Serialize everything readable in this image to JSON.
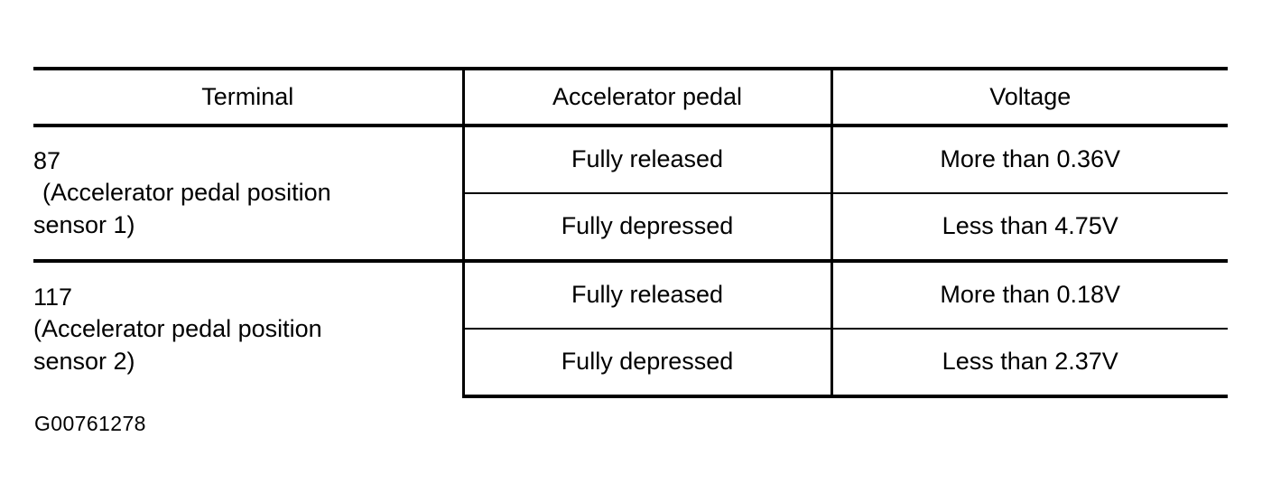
{
  "table": {
    "columns": [
      "Terminal",
      "Accelerator pedal",
      "Voltage"
    ],
    "groups": [
      {
        "terminal_number": "87",
        "terminal_description": "(Accelerator pedal position",
        "terminal_description_2": "sensor 1)",
        "rows": [
          {
            "pedal": "Fully released",
            "voltage": "More than 0.36V"
          },
          {
            "pedal": "Fully depressed",
            "voltage": "Less than 4.75V"
          }
        ]
      },
      {
        "terminal_number": "117",
        "terminal_description": "(Accelerator pedal position",
        "terminal_description_2": "sensor 2)",
        "rows": [
          {
            "pedal": "Fully released",
            "voltage": "More than 0.18V"
          },
          {
            "pedal": "Fully depressed",
            "voltage": "Less than 2.37V"
          }
        ]
      }
    ]
  },
  "caption": {
    "figure_id": "G00761278"
  },
  "colors": {
    "rule": "#000000",
    "text": "#000000",
    "background": "#ffffff"
  }
}
